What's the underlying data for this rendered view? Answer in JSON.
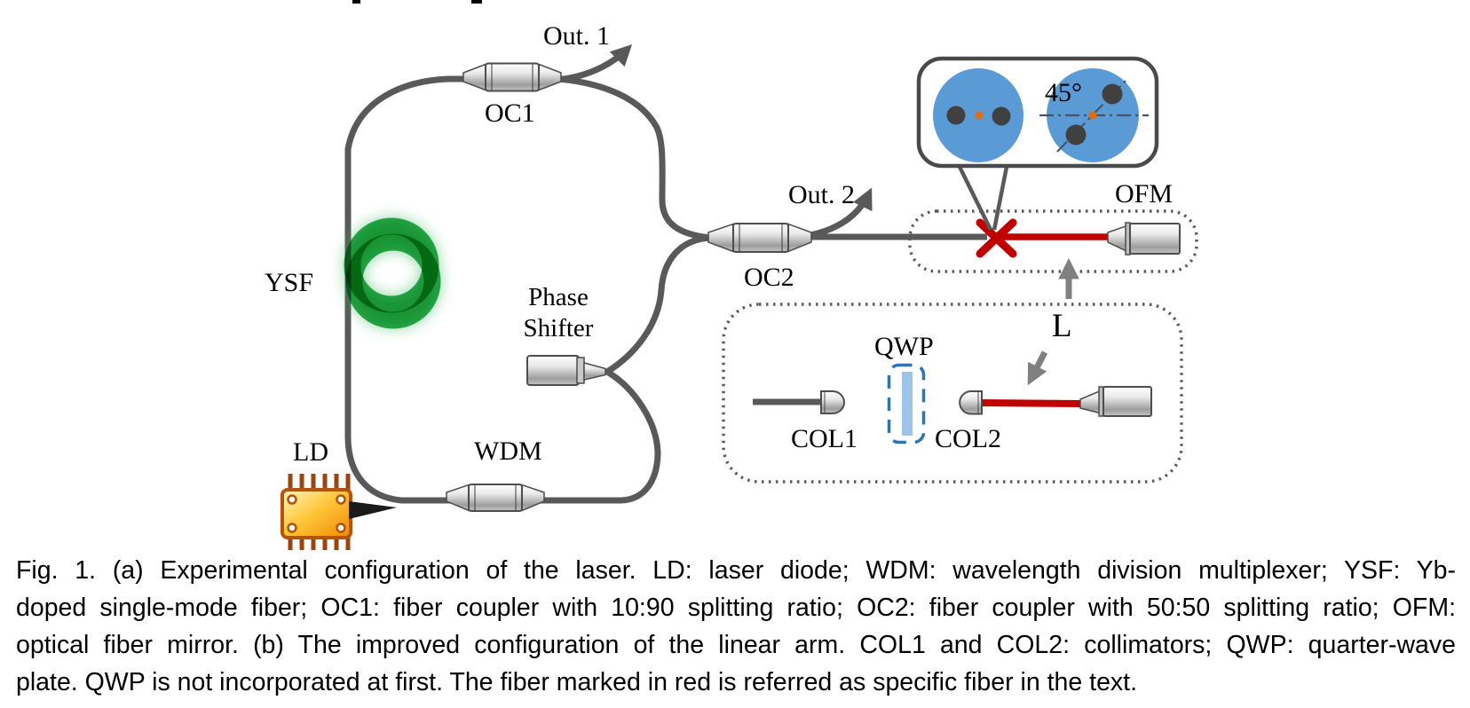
{
  "figure_labels": {
    "out1": "Out. 1",
    "oc1": "OC1",
    "out2": "Out. 2",
    "oc2": "OC2",
    "ofm": "OFM",
    "angle": "45°",
    "ysf": "YSF",
    "phase_line1": "Phase",
    "phase_line2": "Shifter",
    "ld": "LD",
    "wdm": "WDM",
    "length": "L",
    "qwp": "QWP",
    "col1": "COL1",
    "col2": "COL2"
  },
  "caption": {
    "lines": [
      "Fig. 1. (a) Experimental configuration of the laser. LD: laser diode; WDM: wavelength division multiplexer; YSF: Yb-",
      "doped single-mode fiber; OC1: fiber coupler with 10:90 splitting ratio; OC2: fiber coupler with 50:50 splitting ratio; OFM:",
      "optical fiber mirror. (b) The improved configuration of the linear arm. COL1 and COL2: collimators; QWP: quarter-wave",
      "plate. QWP is not incorporated at first. The fiber marked in red is referred as specific fiber in the text."
    ]
  },
  "colors": {
    "fiber_gray": "#595959",
    "specific_fiber_red": "#C00000",
    "splice_mark_red": "#C00000",
    "fiber_cladding_blue": "#5B9BD5",
    "stress_rod_gray": "#404040",
    "core_orange": "#E36C0A",
    "ysf_green": "#2BB052",
    "ld_gold": "#FFC83D",
    "qwp_blue": "#9DC3E6",
    "arrow_gray": "#808080"
  }
}
